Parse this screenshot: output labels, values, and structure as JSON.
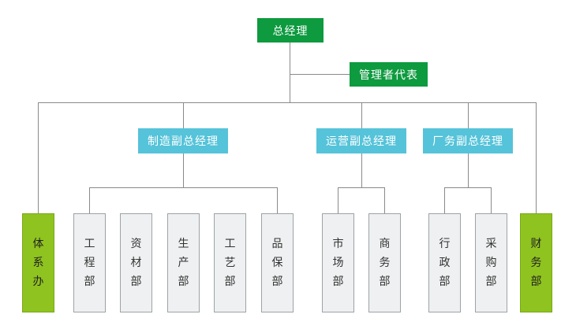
{
  "chart": {
    "top": "总经理",
    "assistant": "管理者代表",
    "vps": [
      {
        "id": "mfg",
        "label": "制造副总经理"
      },
      {
        "id": "ops",
        "label": "运营副总经理"
      },
      {
        "id": "plant",
        "label": "厂务副总经理"
      }
    ],
    "departments": [
      {
        "id": "system-office",
        "label": "体系办",
        "style": "lime"
      },
      {
        "id": "engineering",
        "label": "工程部",
        "style": "gray"
      },
      {
        "id": "materials",
        "label": "资材部",
        "style": "gray"
      },
      {
        "id": "production",
        "label": "生产部",
        "style": "gray"
      },
      {
        "id": "process",
        "label": "工艺部",
        "style": "gray"
      },
      {
        "id": "quality",
        "label": "品保部",
        "style": "gray"
      },
      {
        "id": "market",
        "label": "市场部",
        "style": "gray"
      },
      {
        "id": "commerce",
        "label": "商务部",
        "style": "gray"
      },
      {
        "id": "admin",
        "label": "行政部",
        "style": "gray"
      },
      {
        "id": "purchasing",
        "label": "采购部",
        "style": "gray"
      },
      {
        "id": "finance",
        "label": "财务部",
        "style": "lime"
      }
    ]
  },
  "colors": {
    "top_box": "#0e9a3f",
    "vp_box": "#55c3d9",
    "dept_box": "#eef0f1",
    "staff_dept_box": "#8fc31f",
    "connector": "#8a8a8a"
  }
}
